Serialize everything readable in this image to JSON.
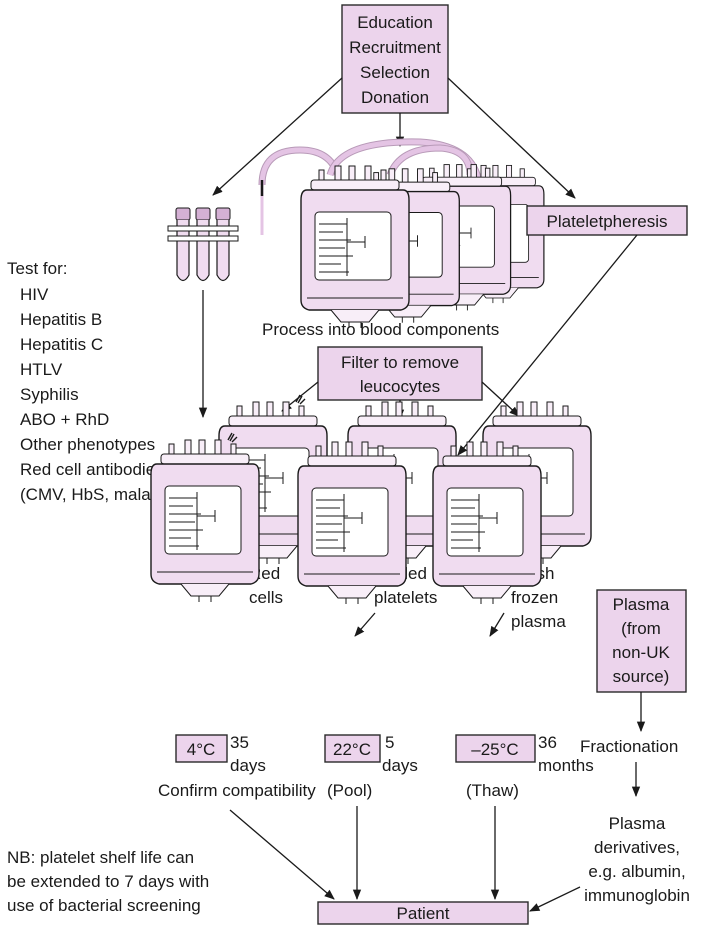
{
  "donation_box": [
    "Education",
    "Recruitment",
    "Selection",
    "Donation"
  ],
  "plateletpheresis": "Plateletpheresis",
  "process_label": "Process into blood components",
  "filter_box": [
    "Filter to remove",
    "leucocytes"
  ],
  "tests": {
    "heading": "Test for:",
    "items": [
      "HIV",
      "Hepatitis B",
      "Hepatitis C",
      "HTLV",
      "Syphilis",
      "ABO + RhD",
      "Other phenotypes",
      "Red cell antibodies",
      "(CMV, HbS, malaria)"
    ]
  },
  "components": {
    "red_cells": [
      "Red",
      "cells"
    ],
    "platelets": [
      "Pooled",
      "platelets"
    ],
    "plasma": [
      "Fresh",
      "frozen",
      "plasma"
    ]
  },
  "storage": {
    "red": {
      "temp": "4°C",
      "shelf_num": "35",
      "shelf_unit": "days",
      "note": "Confirm compatibility"
    },
    "platelets": {
      "temp": "22°C",
      "shelf_num": "5",
      "shelf_unit": "days",
      "note": "(Pool)"
    },
    "plasma": {
      "temp": "–25°C",
      "shelf_num": "36",
      "shelf_unit": "months",
      "note": "(Thaw)"
    }
  },
  "plasma_source": [
    "Plasma",
    "(from",
    "non-UK",
    "source)"
  ],
  "fractionation": "Fractionation",
  "derivatives": [
    "Plasma",
    "derivatives,",
    "e.g. albumin,",
    "immunoglobin"
  ],
  "patient": "Patient",
  "nb_note": [
    "NB: platelet shelf life can",
    "be extended to 7 days with",
    "use of bacterial screening"
  ]
}
